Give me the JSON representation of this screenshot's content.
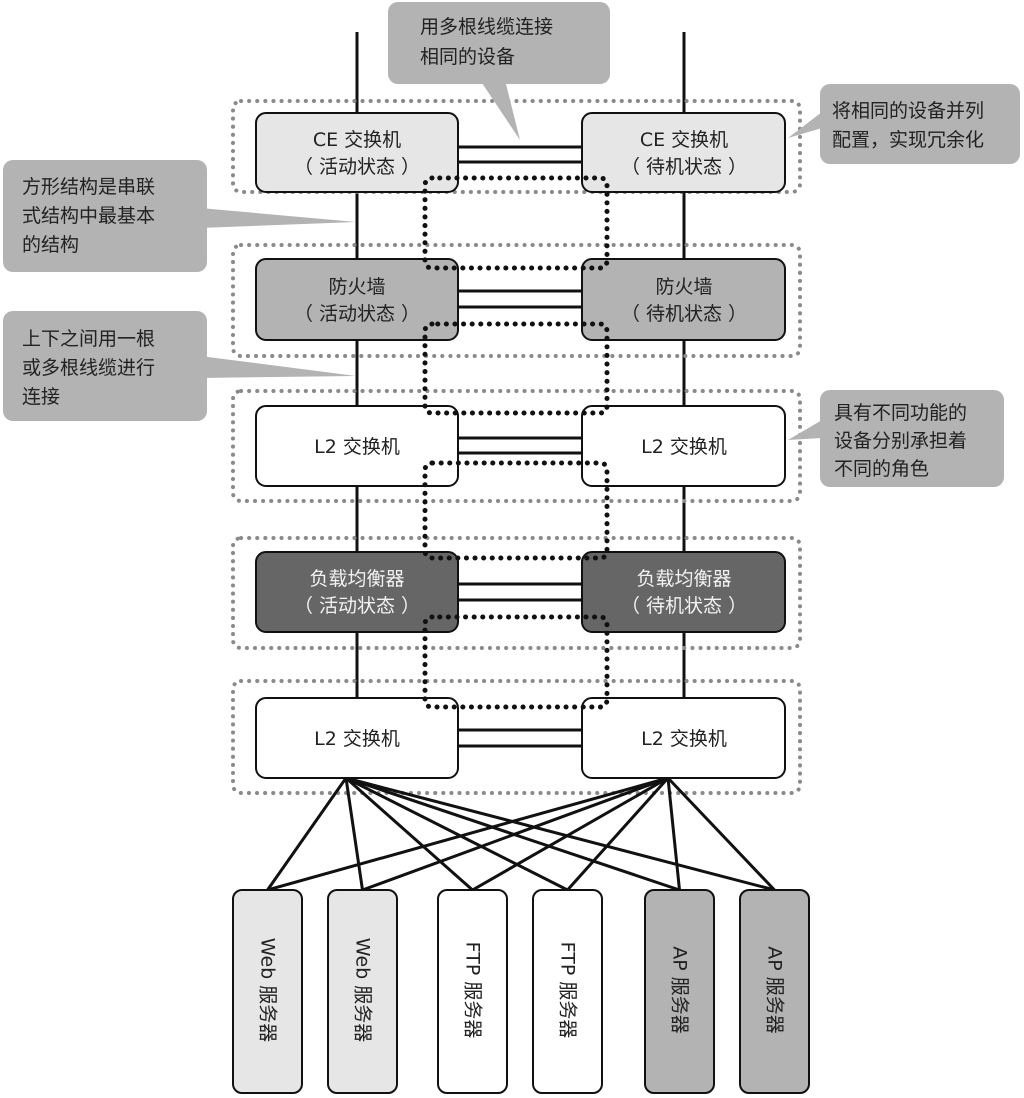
{
  "colors": {
    "ce": "#e6e6e6",
    "firewall": "#b3b3b3",
    "l2": "#ffffff",
    "loadbalancer": "#666666",
    "web": "#e6e6e6",
    "ftp": "#ffffff",
    "ap": "#b3b3b3",
    "callout": "#b3b3b3",
    "group_border": "#8a8a8a",
    "line": "#111111"
  },
  "devices": {
    "ce_left": {
      "line1": "CE 交换机",
      "line2": "（ 活动状态 ）"
    },
    "ce_right": {
      "line1": "CE 交换机",
      "line2": "（ 待机状态 ）"
    },
    "fw_left": {
      "line1": "防火墙",
      "line2": "（ 活动状态 ）"
    },
    "fw_right": {
      "line1": "防火墙",
      "line2": "（ 待机状态 ）"
    },
    "l2a_left": {
      "line1": "L2 交换机"
    },
    "l2a_right": {
      "line1": "L2 交换机"
    },
    "lb_left": {
      "line1": "负载均衡器",
      "line2": "（ 活动状态 ）"
    },
    "lb_right": {
      "line1": "负载均衡器",
      "line2": "（ 待机状态 ）"
    },
    "l2b_left": {
      "line1": "L2 交换机"
    },
    "l2b_right": {
      "line1": "L2 交换机"
    }
  },
  "servers": [
    {
      "label": "Web 服务器"
    },
    {
      "label": "Web 服务器"
    },
    {
      "label": "FTP 服务器"
    },
    {
      "label": "FTP 服务器"
    },
    {
      "label": "AP 服务器"
    },
    {
      "label": "AP 服务器"
    }
  ],
  "callouts": {
    "top": {
      "line1": "用多根线缆连接",
      "line2": "相同的设备"
    },
    "right_top": {
      "line1": "将相同的设备并列",
      "line2": "配置，实现冗余化"
    },
    "left_top": {
      "line1": "方形结构是串联",
      "line2": "式结构中最基本",
      "line3": "的结构"
    },
    "left_mid": {
      "line1": "上下之间用一根",
      "line2": "或多根线缆进行",
      "line3": "连接"
    },
    "right_mid": {
      "line1": "具有不同功能的",
      "line2": "设备分别承担着",
      "line3": "不同的角色"
    }
  }
}
